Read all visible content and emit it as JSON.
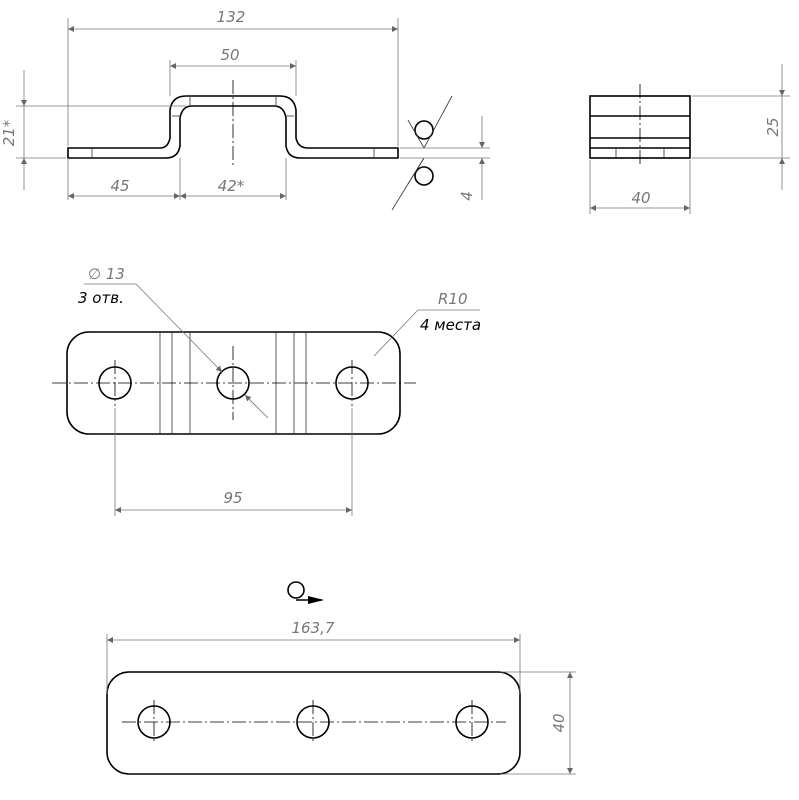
{
  "dimensions": {
    "overall_length": "132",
    "top_width": "50",
    "height_21": "21*",
    "left_flange": "45",
    "middle_42": "42*",
    "thickness": "4",
    "side_height": "25",
    "side_width": "40",
    "hole_spacing": "95",
    "flat_length": "163,7",
    "flat_width": "40"
  },
  "notes": {
    "hole_diameter": "∅ 13",
    "hole_count": "3 отв.",
    "radius": "R10",
    "radius_count": "4 места"
  },
  "icons": {
    "surface_symbol": "surface-finish-icon",
    "flat_pattern_symbol": "flat-pattern-icon"
  }
}
